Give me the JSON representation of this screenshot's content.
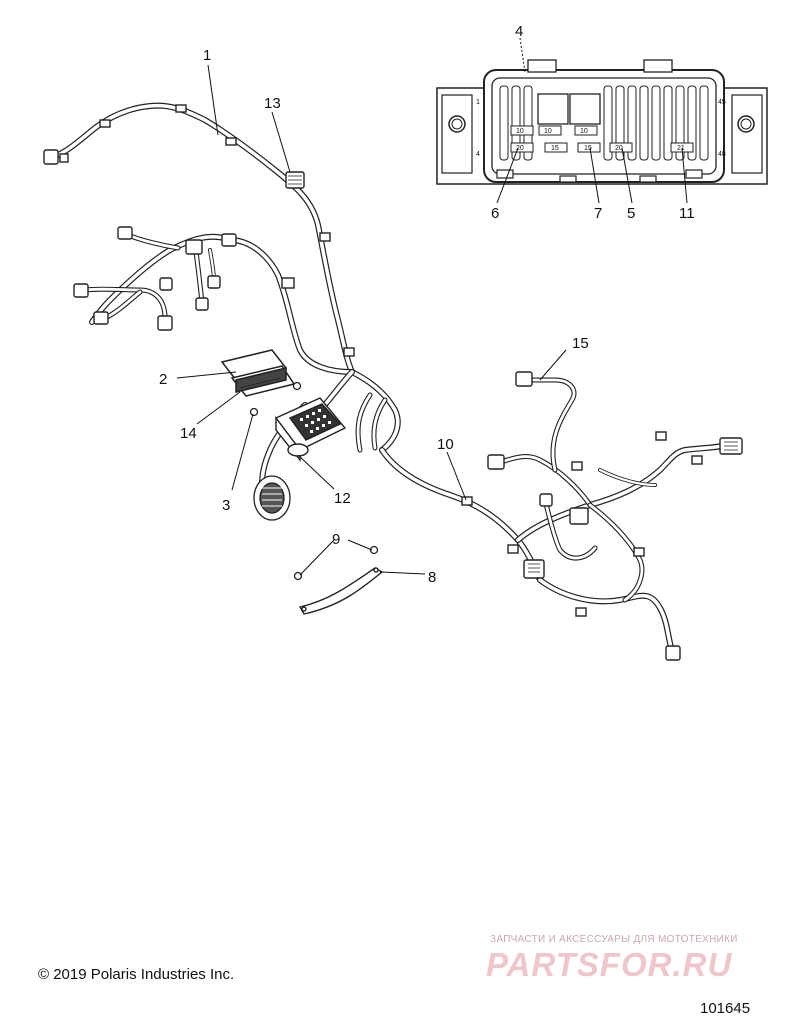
{
  "callouts": {
    "c1": "1",
    "c2": "2",
    "c3": "3",
    "c4": "4",
    "c5": "5",
    "c6": "6",
    "c7": "7",
    "c8": "8",
    "c9": "9",
    "c10": "10",
    "c11": "11",
    "c12": "12",
    "c13": "13",
    "c14": "14",
    "c15": "15"
  },
  "connector_pins": {
    "left_top": "1",
    "left_bottom": "4",
    "right_top": "45",
    "right_bottom": "48",
    "fuses": [
      "10",
      "10",
      "10",
      "20",
      "15",
      "15",
      "20",
      "21"
    ]
  },
  "footer": {
    "copyright": "© 2019 Polaris Industries Inc.",
    "diagram_number": "101645"
  },
  "watermark": {
    "tagline": "ЗАПЧАСТИ И АКСЕССУАРЫ ДЛЯ МОТОТЕХНИКИ",
    "logo": "PARTSFOR.RU"
  }
}
